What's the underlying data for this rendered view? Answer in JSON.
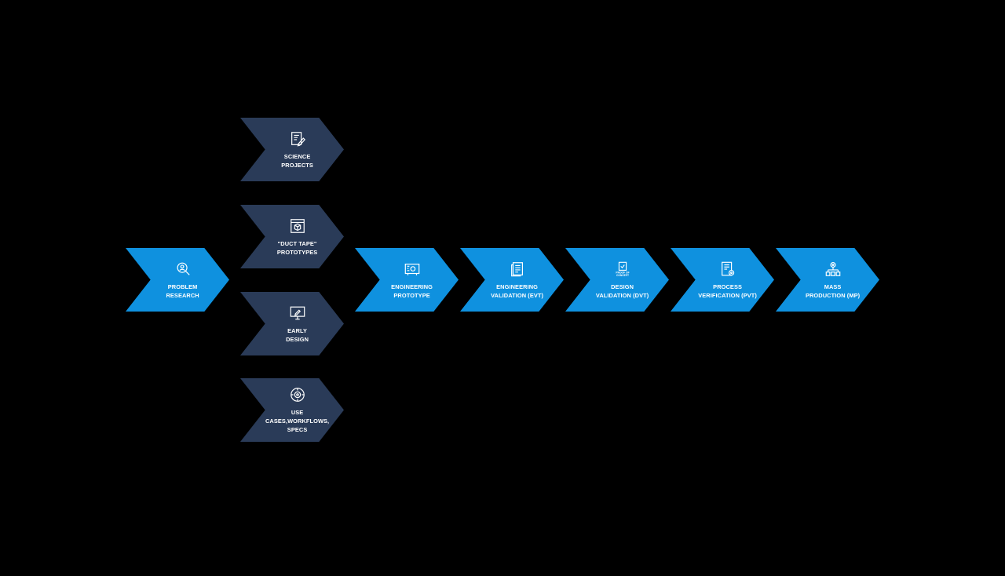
{
  "diagram": {
    "stages": [
      {
        "id": "problem-research",
        "label": "PROBLEM\nRESEARCH",
        "icon": "magnifier-person-icon"
      },
      {
        "id": "science-projects",
        "label": "SCIENCE\nPROJECTS",
        "icon": "document-pencil-icon"
      },
      {
        "id": "duct-tape-prototypes",
        "label": "\"DUCT TAPE\"\nPROTOTYPES",
        "icon": "blueprint-cube-icon"
      },
      {
        "id": "early-design",
        "label": "EARLY\nDESIGN",
        "icon": "monitor-pen-icon"
      },
      {
        "id": "use-cases",
        "label": "USE\nCASES,WORKFLOWS,\nSPECS",
        "icon": "target-gear-icon"
      },
      {
        "id": "engineering-prototype",
        "label": "ENGINEERING\nPROTOTYPE",
        "icon": "circuit-board-icon"
      },
      {
        "id": "engineering-validation",
        "label": "ENGINEERING\nVALIDATION (EVT)",
        "icon": "document-list-icon"
      },
      {
        "id": "design-validation",
        "label": "DESIGN\nVALIDATION (DVT)",
        "icon": "proof-of-concept-icon",
        "icon_text": "PROOF OF\nCONCEPT"
      },
      {
        "id": "process-verification",
        "label": "PROCESS\nVERIFICATION (PVT)",
        "icon": "checklist-gear-icon"
      },
      {
        "id": "mass-production",
        "label": "MASS\nPRODUCTION (MP)",
        "icon": "hierarchy-gear-icon"
      }
    ]
  },
  "colors": {
    "background": "#000000",
    "main_stage": "#0f91df",
    "branch_stage": "#2a3b58",
    "text": "#ffffff"
  }
}
